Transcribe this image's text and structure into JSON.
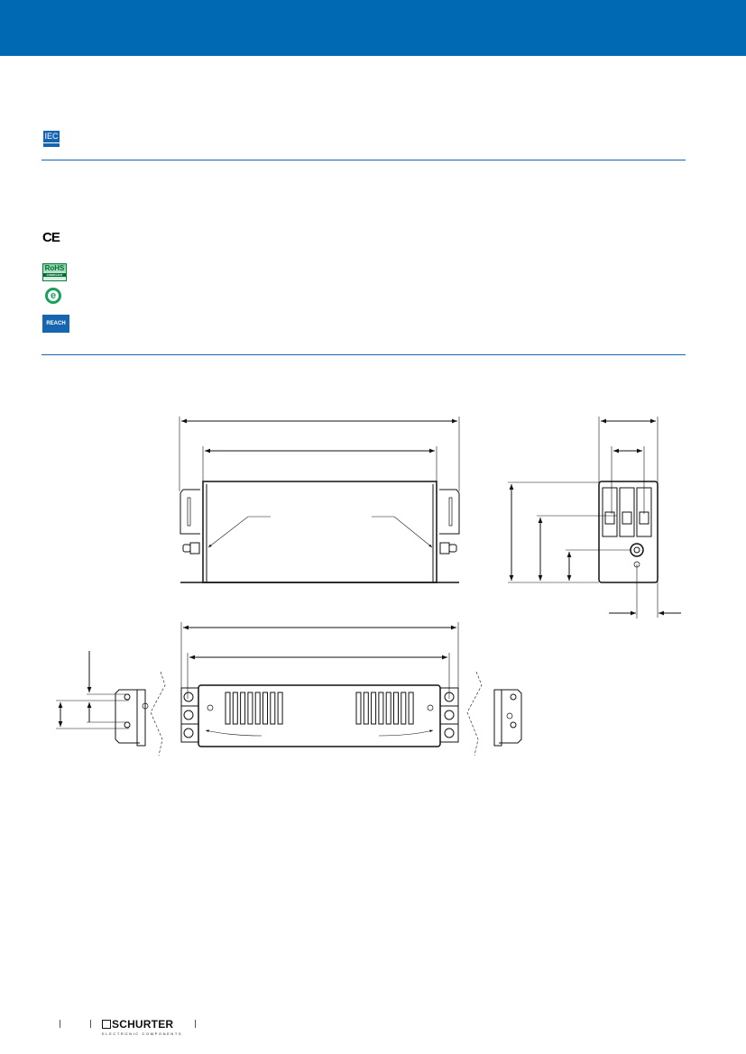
{
  "colors": {
    "brand_blue": "#0069b4",
    "rule_blue": "#1565b0",
    "rohs_green": "#0a8040"
  },
  "header": {
    "band": "blue-header-band"
  },
  "approvals": {
    "iec_icon": "IEC"
  },
  "compliance": {
    "ce_icon": "CE",
    "rohs_icon": {
      "main": "RoHS",
      "sub": "COMPLIANT"
    },
    "china_rohs_icon": "e",
    "reach_icon": "REACH"
  },
  "drawing": {
    "views": [
      "side-view",
      "end-view",
      "top-view"
    ]
  },
  "footer": {
    "logo": "SCHURTER",
    "logo_sub": "ELECTRONIC COMPONENTS"
  }
}
